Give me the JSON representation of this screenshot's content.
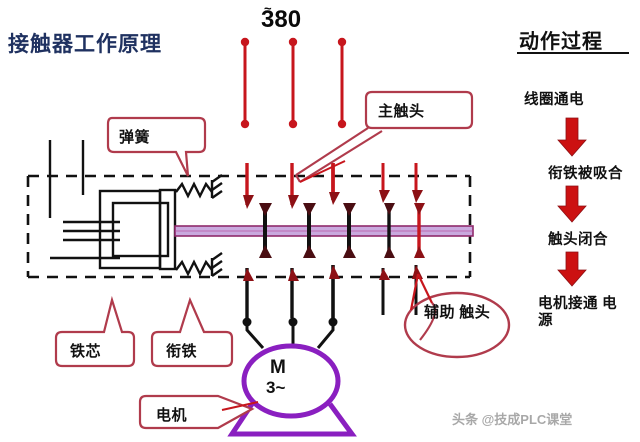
{
  "title": "接触器工作原理",
  "supply": {
    "voltage_label": "380",
    "ac_mark": "~"
  },
  "process": {
    "heading": "动作过程",
    "steps": [
      {
        "label": "线圈通电"
      },
      {
        "label": "衔铁被吸合"
      },
      {
        "label": "触头闭合"
      },
      {
        "label": "电机接通\n电源"
      }
    ],
    "arrow_color": "#cc1111"
  },
  "callouts": {
    "spring": "弹簧",
    "main_contact": "主触头",
    "iron_core": "铁芯",
    "armature": "衔铁",
    "motor": "电机",
    "aux_contact": "辅助\n触头"
  },
  "motor": {
    "symbol": "M",
    "phase": "3~",
    "color": "#8a1fc0"
  },
  "colors": {
    "title": "#1f3160",
    "callout_border": "#b03b4c",
    "wire_red": "#c7161d",
    "wire_black": "#111111",
    "bar_purple": "#c9a9de",
    "bar_outline": "#8f2a6b",
    "motor_purple": "#8a1fc0",
    "dashed_box": "#111111"
  },
  "watermark": "头条 @技成PLC课堂"
}
